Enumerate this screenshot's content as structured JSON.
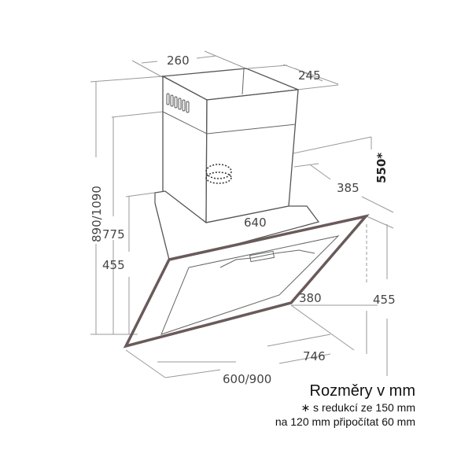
{
  "dimensions": {
    "chimney_width": "260",
    "chimney_depth": "245",
    "reduction_height": "550*",
    "depth_385": "385",
    "base_width": "640",
    "total_height": "890/1090",
    "height_775": "775",
    "height_455_left": "455",
    "height_380": "380",
    "height_455_right": "455",
    "glass_width": "746",
    "hood_width": "600/900"
  },
  "legend": {
    "title": "Rozměry v mm",
    "note_line1": "∗ s redukcí ze 150 mm",
    "note_line2": "na 120 mm připočítat 60 mm"
  }
}
